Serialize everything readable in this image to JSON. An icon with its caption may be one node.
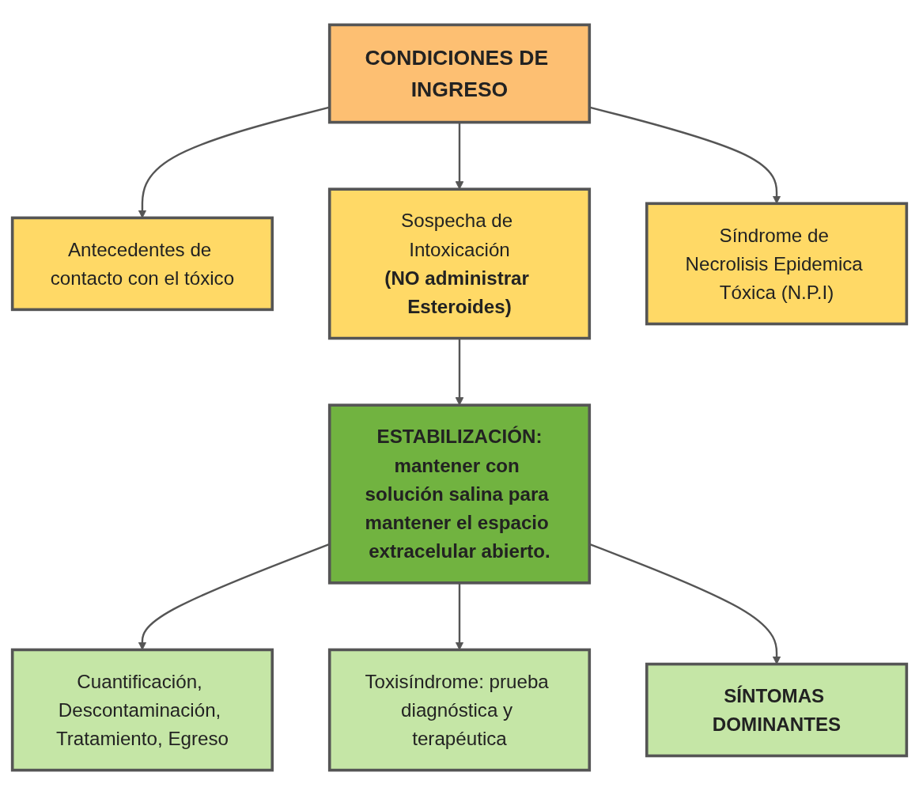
{
  "diagram": {
    "nodes": [
      {
        "text": [
          "CONDICIONES DE INGRESO"
        ]
      },
      {
        "text": [
          "Antecedentes de contacto con el tóxico"
        ]
      },
      {
        "text": [
          "Sospecha de Intoxicación",
          "(NO administrar Esteroides)"
        ]
      },
      {
        "text": [
          "Síndrome de Necrolisis Epidemica Tóxica (N.P.I)"
        ]
      },
      {
        "text": [
          "ESTABILIZACIÓN:",
          "mantener con solución salina para mantener el espacio extracelular abierto."
        ]
      },
      {
        "text": [
          "Cuantificación, Descontaminación, Tratamiento, Egreso"
        ]
      },
      {
        "text": [
          "Toxisíndrome: prueba diagnóstica y terapéutica"
        ]
      },
      {
        "text": [
          "SÍNTOMAS DOMINANTES"
        ]
      }
    ],
    "edges": [
      {
        "from": 0,
        "to": 1,
        "arrow": "to"
      },
      {
        "from": 0,
        "to": 2,
        "arrow": "to"
      },
      {
        "from": 0,
        "to": 3,
        "arrow": "to"
      },
      {
        "from": 2,
        "to": 4,
        "arrow": "to"
      },
      {
        "from": 4,
        "to": 5,
        "arrow": "to"
      },
      {
        "from": 4,
        "to": 6,
        "arrow": "to"
      },
      {
        "from": 4,
        "to": 7,
        "arrow": "to"
      }
    ]
  }
}
